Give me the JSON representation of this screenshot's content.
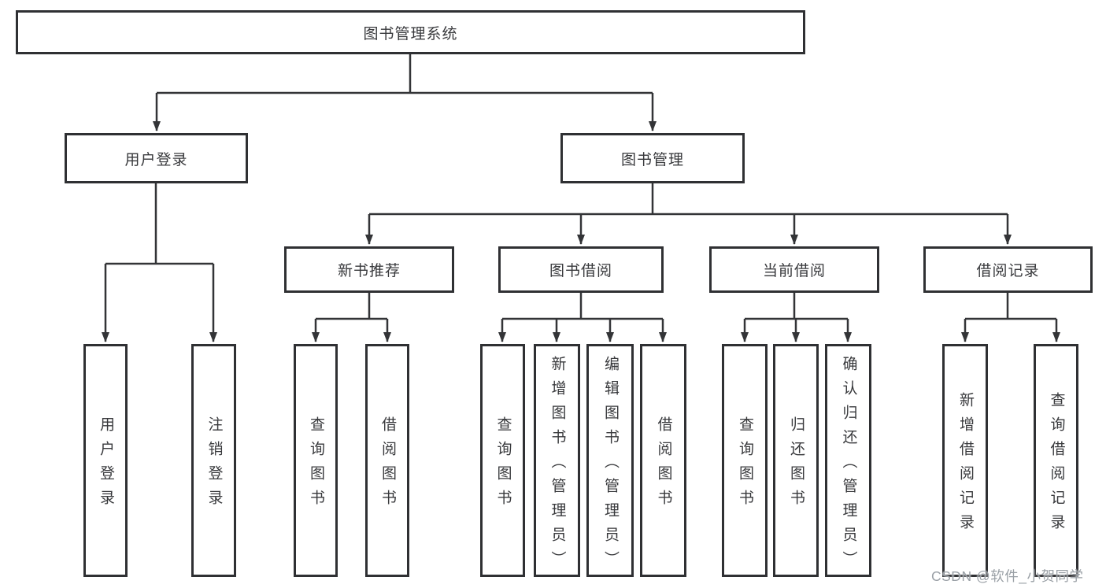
{
  "diagram_title": "图书管理系统",
  "tree": {
    "label": "图书管理系统",
    "children": [
      {
        "label": "用户登录",
        "children": [
          {
            "label": "用户登录"
          },
          {
            "label": "注销登录"
          }
        ]
      },
      {
        "label": "图书管理",
        "children": [
          {
            "label": "新书推荐",
            "children": [
              {
                "label": "查询图书"
              },
              {
                "label": "借阅图书"
              }
            ]
          },
          {
            "label": "图书借阅",
            "children": [
              {
                "label": "查询图书"
              },
              {
                "label": "新增图书（管理员）"
              },
              {
                "label": "编辑图书（管理员）"
              },
              {
                "label": "借阅图书"
              }
            ]
          },
          {
            "label": "当前借阅",
            "children": [
              {
                "label": "查询图书"
              },
              {
                "label": "归还图书"
              },
              {
                "label": "确认归还（管理员）"
              }
            ]
          },
          {
            "label": "借阅记录",
            "children": [
              {
                "label": "新增借阅记录"
              },
              {
                "label": "查询借阅记录"
              }
            ]
          }
        ]
      }
    ]
  },
  "watermark": {
    "text": "CSDN @软件_小贺同学"
  },
  "colors": {
    "box_border": "#2f3033",
    "box_fill": "#ffffff",
    "connector_line": "#333437",
    "text": "#38393c",
    "watermark_text": "#9aa0a6"
  }
}
